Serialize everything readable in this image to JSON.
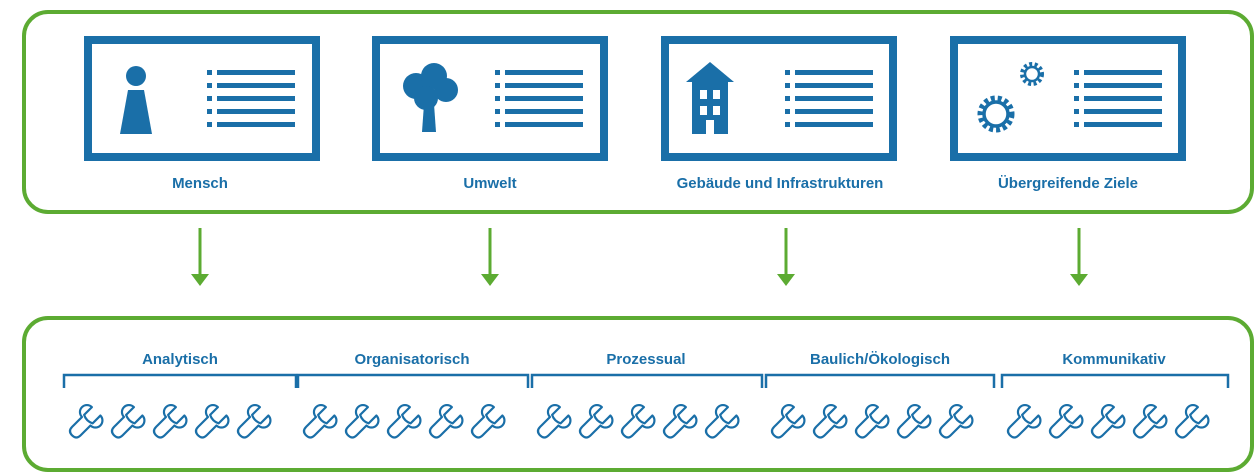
{
  "colors": {
    "frame": "#5CAB32",
    "icon": "#1A6FA8",
    "background": "#FFFFFF"
  },
  "categories": [
    {
      "label": "Mensch",
      "icon": "person-icon"
    },
    {
      "label": "Umwelt",
      "icon": "tree-icon"
    },
    {
      "label": "Gebäude und Infrastrukturen",
      "icon": "house-icon"
    },
    {
      "label": "Übergreifende Ziele",
      "icon": "gears-icon"
    }
  ],
  "measure_groups": [
    {
      "label": "Analytisch",
      "tools": 5
    },
    {
      "label": "Organisatorisch",
      "tools": 5
    },
    {
      "label": "Prozessual",
      "tools": 5
    },
    {
      "label": "Baulich/Ökologisch",
      "tools": 5
    },
    {
      "label": "Kommunikativ",
      "tools": 5
    }
  ],
  "tool_icon": "wrench-icon",
  "arrow_icon": "arrow-down-icon"
}
